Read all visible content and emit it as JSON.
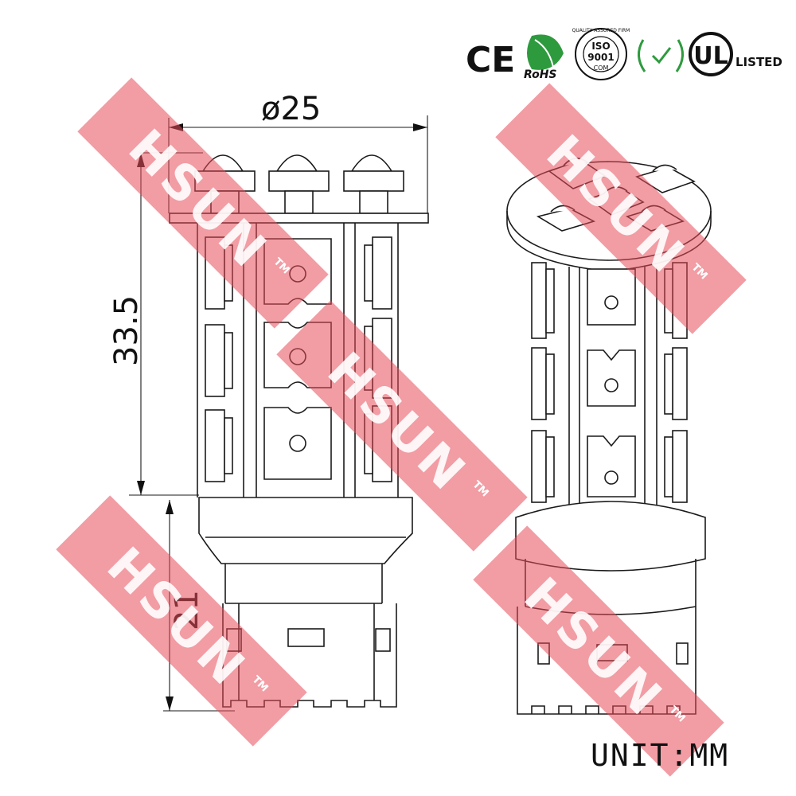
{
  "certifications": {
    "ce": "CE",
    "rohs": "RoHS",
    "iso": "ISO",
    "iso_number": "9001",
    "iso_sub": "COM",
    "iso_ring": "QUALITY ASSURED FIRM",
    "ul": "UL",
    "ul_listed": "LISTED"
  },
  "dimensions": {
    "diameter": "ø25",
    "height_body": "33.5",
    "height_base": "21"
  },
  "unit_label": "UNIT:MM",
  "watermark": {
    "text": "HSUN",
    "tm": "TM",
    "color": "#e84a5a"
  },
  "colors": {
    "line": "#1a1a1a",
    "rohs_green": "#2e9a3e",
    "watermark": "#e84a5a"
  }
}
